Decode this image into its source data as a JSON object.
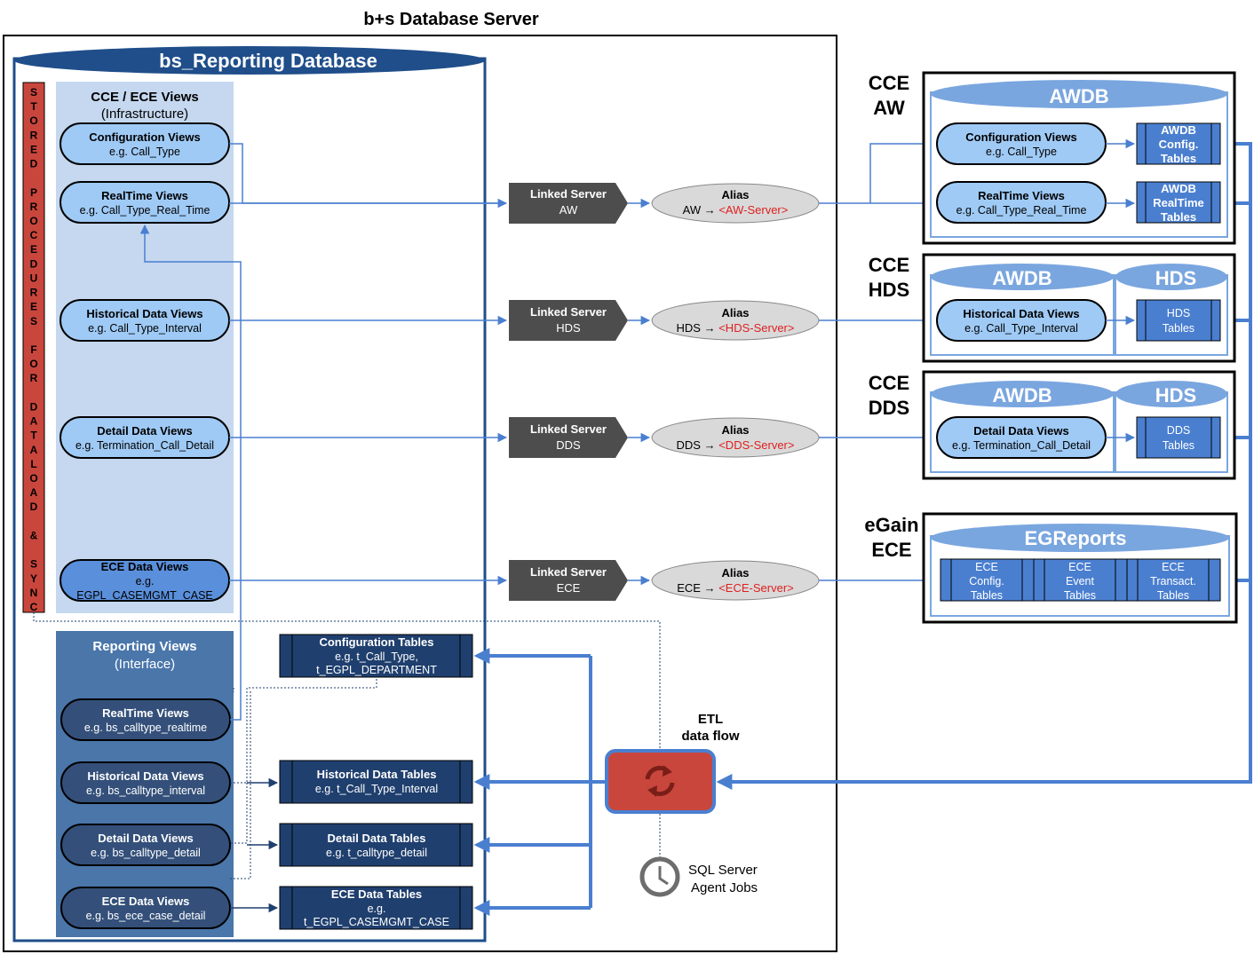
{
  "title": "b+s Database Server",
  "reporting_db": {
    "title": "bs_Reporting Database"
  },
  "stored_procedures": "STORED PROCEDURES FOR DATALOAD & SYNC",
  "cce_ece_views": {
    "title": "CCE / ECE Views",
    "subtitle": "(Infrastructure)"
  },
  "views": [
    {
      "title": "Configuration Views",
      "example": "e.g. Call_Type"
    },
    {
      "title": "RealTime Views",
      "example": "e.g. Call_Type_Real_Time"
    },
    {
      "title": "Historical Data Views",
      "example": "e.g. Call_Type_Interval"
    },
    {
      "title": "Detail Data Views",
      "example": "e.g. Termination_Call_Detail"
    },
    {
      "title": "ECE Data Views",
      "example": "e.g.",
      "example2": "EGPL_CASEMGMT_CASE"
    }
  ],
  "reporting_views": {
    "title": "Reporting Views",
    "subtitle": "(Interface)",
    "items": [
      {
        "title": "RealTime Views",
        "example": "e.g. bs_calltype_realtime"
      },
      {
        "title": "Historical Data Views",
        "example": "e.g. bs_calltype_interval"
      },
      {
        "title": "Detail Data Views",
        "example": "e.g. bs_calltype_detail"
      },
      {
        "title": "ECE Data Views",
        "example": "e.g. bs_ece_case_detail"
      }
    ]
  },
  "tables": [
    {
      "title": "Configuration Tables",
      "line1": "e.g. t_Call_Type,",
      "line2": "t_EGPL_DEPARTMENT"
    },
    {
      "title": "Historical Data Tables",
      "line1": "e.g. t_Call_Type_Interval",
      "line2": ""
    },
    {
      "title": "Detail Data Tables",
      "line1": "e.g. t_calltype_detail",
      "line2": ""
    },
    {
      "title": "ECE Data Tables",
      "line1": "e.g.",
      "line2": "t_EGPL_CASEMGMT_CASE"
    }
  ],
  "linked_servers": [
    {
      "title": "Linked Server",
      "name": "AW"
    },
    {
      "title": "Linked Server",
      "name": "HDS"
    },
    {
      "title": "Linked Server",
      "name": "DDS"
    },
    {
      "title": "Linked Server",
      "name": "ECE"
    }
  ],
  "aliases": [
    {
      "title": "Alias",
      "from": "AW →",
      "to": "<AW-Server>"
    },
    {
      "title": "Alias",
      "from": "HDS →",
      "to": "<HDS-Server>"
    },
    {
      "title": "Alias",
      "from": "DDS →",
      "to": "<DDS-Server>"
    },
    {
      "title": "Alias",
      "from": "ECE →",
      "to": "<ECE-Server>"
    }
  ],
  "etl": {
    "line1": "ETL",
    "line2": "data flow"
  },
  "agent": {
    "line1": "SQL Server",
    "line2": "Agent Jobs"
  },
  "right": {
    "aw": {
      "label1": "CCE",
      "label2": "AW",
      "db": "AWDB",
      "views": [
        {
          "title": "Configuration Views",
          "example": "e.g. Call_Type"
        },
        {
          "title": "RealTime Views",
          "example": "e.g. Call_Type_Real_Time"
        }
      ],
      "tables": [
        {
          "l1": "AWDB",
          "l2": "Config.",
          "l3": "Tables"
        },
        {
          "l1": "AWDB",
          "l2": "RealTime",
          "l3": "Tables"
        }
      ]
    },
    "hds": {
      "label1": "CCE",
      "label2": "HDS",
      "db": "AWDB",
      "db2": "HDS",
      "view": {
        "title": "Historical Data Views",
        "example": "e.g. Call_Type_Interval"
      },
      "table": {
        "l1": "HDS",
        "l2": "Tables"
      }
    },
    "dds": {
      "label1": "CCE",
      "label2": "DDS",
      "db": "AWDB",
      "db2": "HDS",
      "view": {
        "title": "Detail Data Views",
        "example": "e.g. Termination_Call_Detail"
      },
      "table": {
        "l1": "DDS",
        "l2": "Tables"
      }
    },
    "ece": {
      "label1": "eGain",
      "label2": "ECE",
      "db": "EGReports",
      "tables": [
        {
          "l1": "ECE",
          "l2": "Config.",
          "l3": "Tables"
        },
        {
          "l1": "ECE",
          "l2": "Event",
          "l3": "Tables"
        },
        {
          "l1": "ECE",
          "l2": "Transact.",
          "l3": "Tables"
        }
      ]
    }
  }
}
